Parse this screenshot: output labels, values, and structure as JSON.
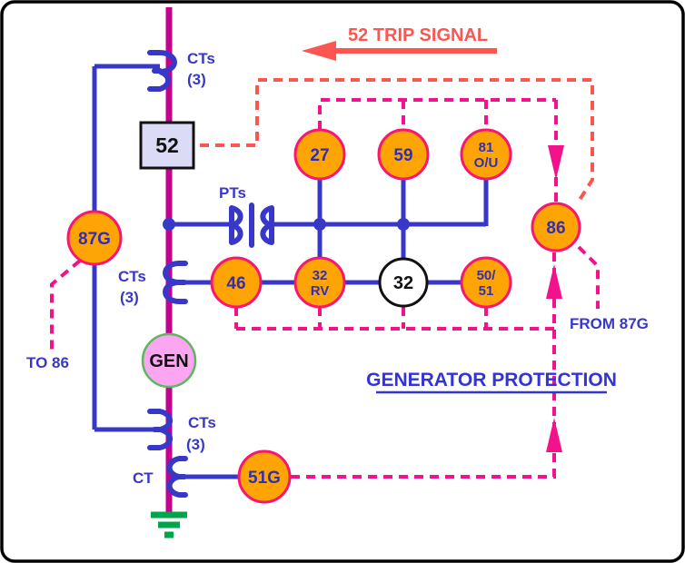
{
  "header": {
    "trip_signal": "52 TRIP SIGNAL",
    "generator_protection": "GENERATOR PROTECTION"
  },
  "breaker52": {
    "label": "52"
  },
  "gen": {
    "label": "GEN"
  },
  "relays": {
    "r27": {
      "label": "27"
    },
    "r59": {
      "label": "59"
    },
    "r81": {
      "line1": "81",
      "line2": "O/U"
    },
    "r86": {
      "label": "86"
    },
    "r46": {
      "label": "46"
    },
    "r32rv": {
      "line1": "32",
      "line2": "RV"
    },
    "r32": {
      "label": "32"
    },
    "r5051": {
      "line1": "50/",
      "line2": "51"
    },
    "r87g": {
      "label": "87G"
    },
    "r51g": {
      "label": "51G"
    }
  },
  "ct_labels": {
    "top1": "CTs",
    "top2": "(3)",
    "mid1": "CTs",
    "mid2": "(3)",
    "bot1": "CTs",
    "bot2": "(3)",
    "single": "CT"
  },
  "pt_label": "PTs",
  "notes": {
    "to_86": "TO 86",
    "from_87g": "FROM 87G"
  },
  "colors": {
    "blue": "#3838C8",
    "title_blue": "#3333D6",
    "text_navy": "#3030B0",
    "bus": "#C4008F",
    "orange": "#FFA405",
    "ring": "#FA1670",
    "salmon": "#FB5650",
    "pink": "#F2128C",
    "ground_green": "#00A44B",
    "gen_fill": "#FCA6F2",
    "gen_border": "#5CB85C",
    "lavender": "#DBDBF6"
  }
}
